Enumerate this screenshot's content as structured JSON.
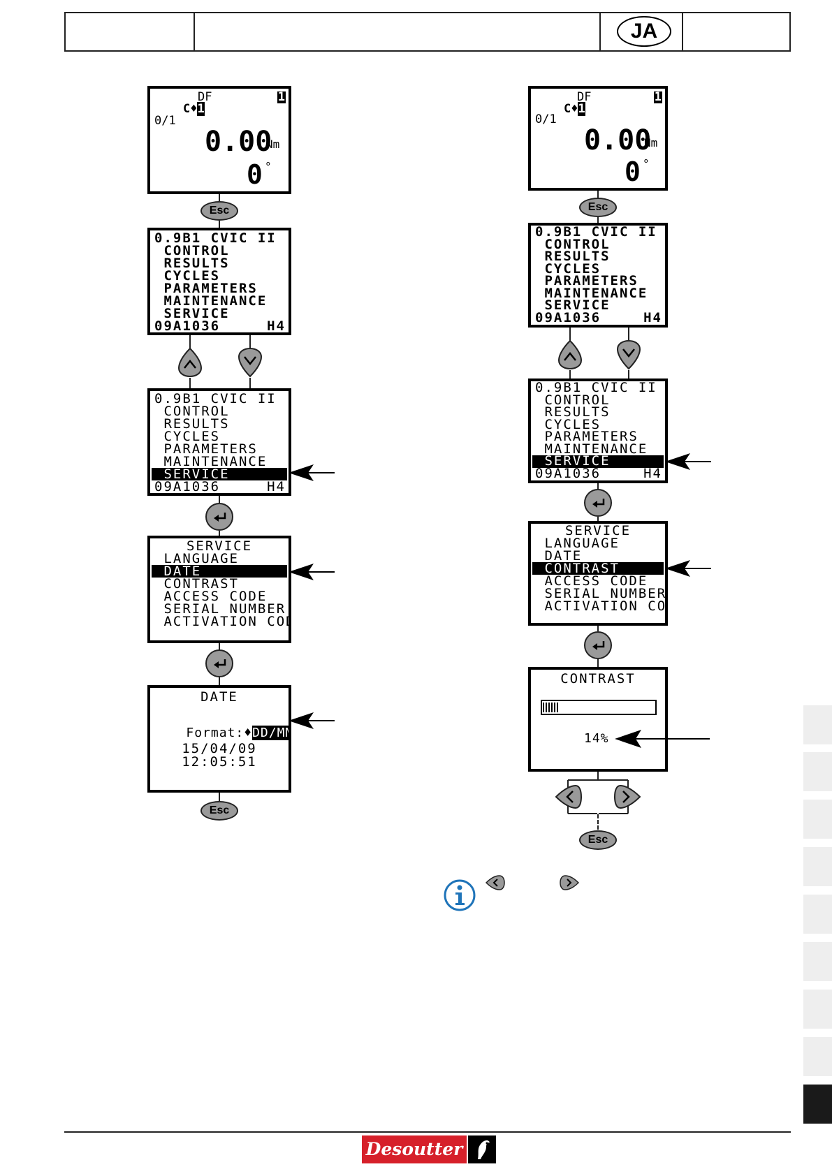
{
  "header": {
    "lang_badge": "JA"
  },
  "buttons": {
    "esc": "Esc"
  },
  "home_screen": {
    "top_left": "C",
    "top_left_inv": "1",
    "top_mid": "DF",
    "top_right_inv": "1",
    "count": "0/1",
    "torque": "0.00",
    "torque_unit": "Nm",
    "angle": "0",
    "angle_unit": "°"
  },
  "main_menu": {
    "title": "0.9B1 CVIC II",
    "items": [
      "CONTROL",
      "RESULTS",
      "CYCLES",
      "PARAMETERS",
      "MAINTENANCE",
      "SERVICE"
    ],
    "footer_left": "09A1036",
    "footer_right": "H4"
  },
  "service_menu": {
    "title": "SERVICE",
    "items": [
      "LANGUAGE",
      "DATE",
      "CONTRAST",
      "ACCESS CODE",
      "SERIAL NUMBER",
      "ACTIVATION CODE"
    ]
  },
  "date_screen": {
    "title": "DATE",
    "format_label": "Format:",
    "format_value": "DD/MM/YY",
    "date": "15/04/09",
    "time": "12:05:51"
  },
  "contrast_screen": {
    "title": "CONTRAST",
    "percent_label": "14%",
    "level": 0.14
  },
  "icons": {
    "info": "info-circle-icon",
    "left": "chevron-left-icon",
    "right": "chevron-right-icon",
    "up": "chevron-up-icon",
    "down": "chevron-down-icon",
    "enter": "enter-return-icon"
  },
  "footer": {
    "brand": "Desoutter"
  },
  "colors": {
    "brand_red": "#d6202a",
    "button_grey": "#9a9a9a",
    "info_blue": "#1f74b9"
  }
}
